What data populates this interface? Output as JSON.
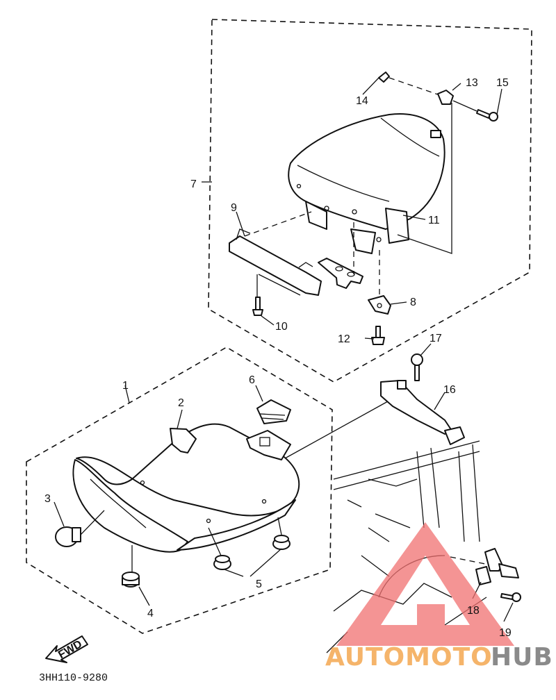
{
  "diagram": {
    "callouts": [
      "1",
      "2",
      "3",
      "4",
      "5",
      "6",
      "7",
      "8",
      "9",
      "10",
      "11",
      "12",
      "13",
      "14",
      "15",
      "16",
      "17",
      "18",
      "19"
    ],
    "part_code": "3HH110-9280",
    "direction_label": "FWD",
    "watermark": {
      "part_a": "AUTOMOTO",
      "part_b": "HUB",
      "colors": {
        "orange": "#f5b46a",
        "gray": "#8a8a8a",
        "red": "#f07070"
      }
    }
  }
}
